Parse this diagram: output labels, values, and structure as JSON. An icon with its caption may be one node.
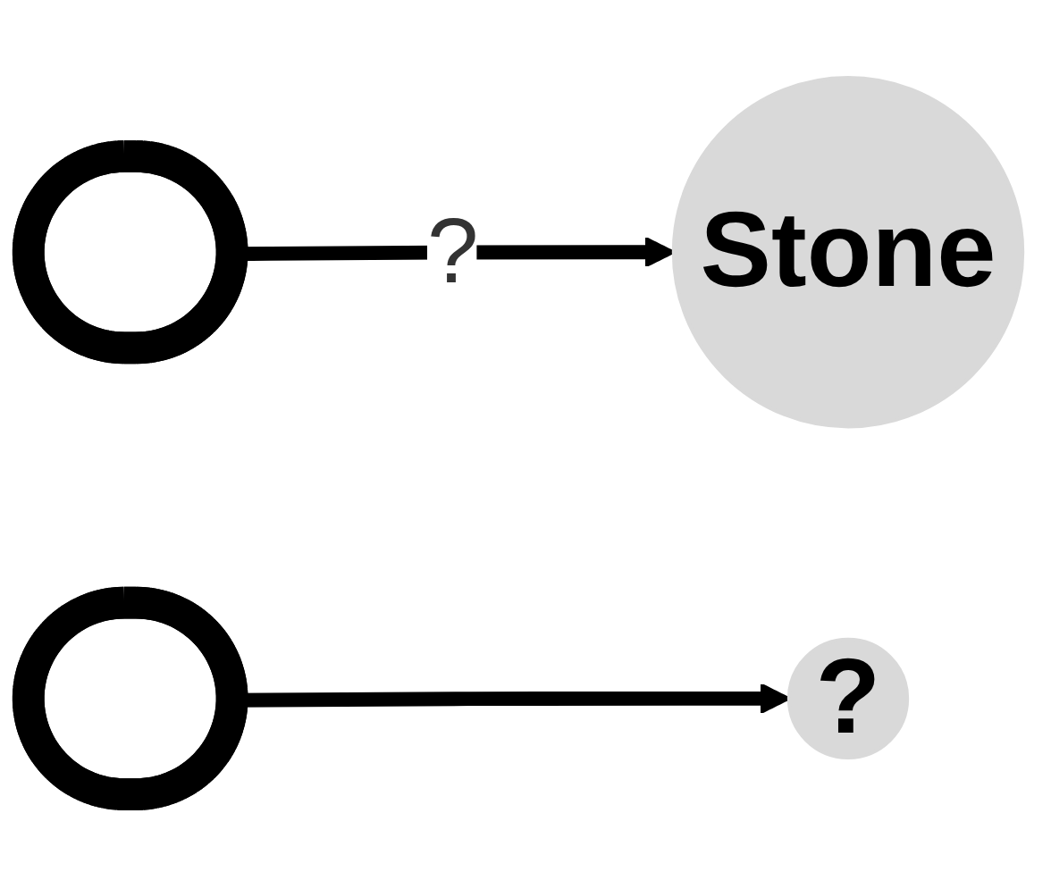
{
  "diagram": {
    "nodes": [
      {
        "text": [],
        "shape": "oval"
      },
      {
        "text": [],
        "shape": "oval"
      },
      {
        "text": [
          "Stone"
        ]
      },
      {
        "text": [
          "?"
        ]
      }
    ],
    "edges": [
      {
        "from": 0,
        "to": 2,
        "arrow": "to",
        "label": "?"
      },
      {
        "from": 1,
        "to": 3,
        "arrow": "to"
      }
    ]
  }
}
